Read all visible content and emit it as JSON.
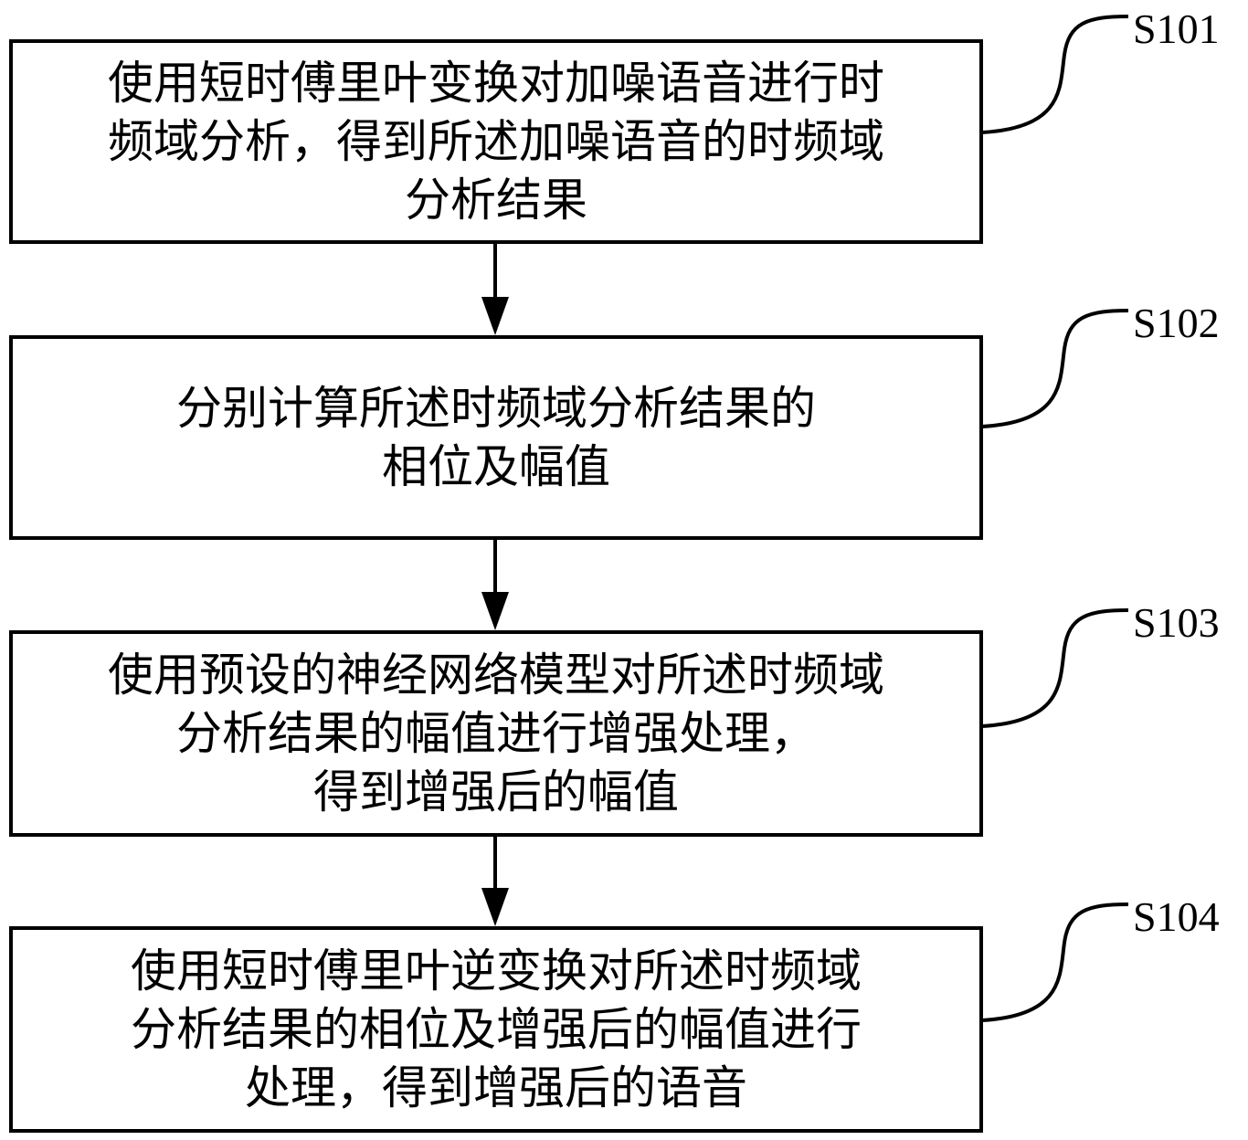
{
  "steps": [
    {
      "id": "S101",
      "lines": [
        "使用短时傅里叶变换对加噪语音进行时",
        "频域分析，得到所述加噪语音的时频域",
        "分析结果"
      ]
    },
    {
      "id": "S102",
      "lines": [
        "分别计算所述时频域分析结果的",
        "相位及幅值"
      ]
    },
    {
      "id": "S103",
      "lines": [
        "使用预设的神经网络模型对所述时频域",
        "分析结果的幅值进行增强处理，",
        "得到增强后的幅值"
      ]
    },
    {
      "id": "S104",
      "lines": [
        "使用短时傅里叶逆变换对所述时频域",
        "分析结果的相位及增强后的幅值进行",
        "处理，得到增强后的语音"
      ]
    }
  ]
}
